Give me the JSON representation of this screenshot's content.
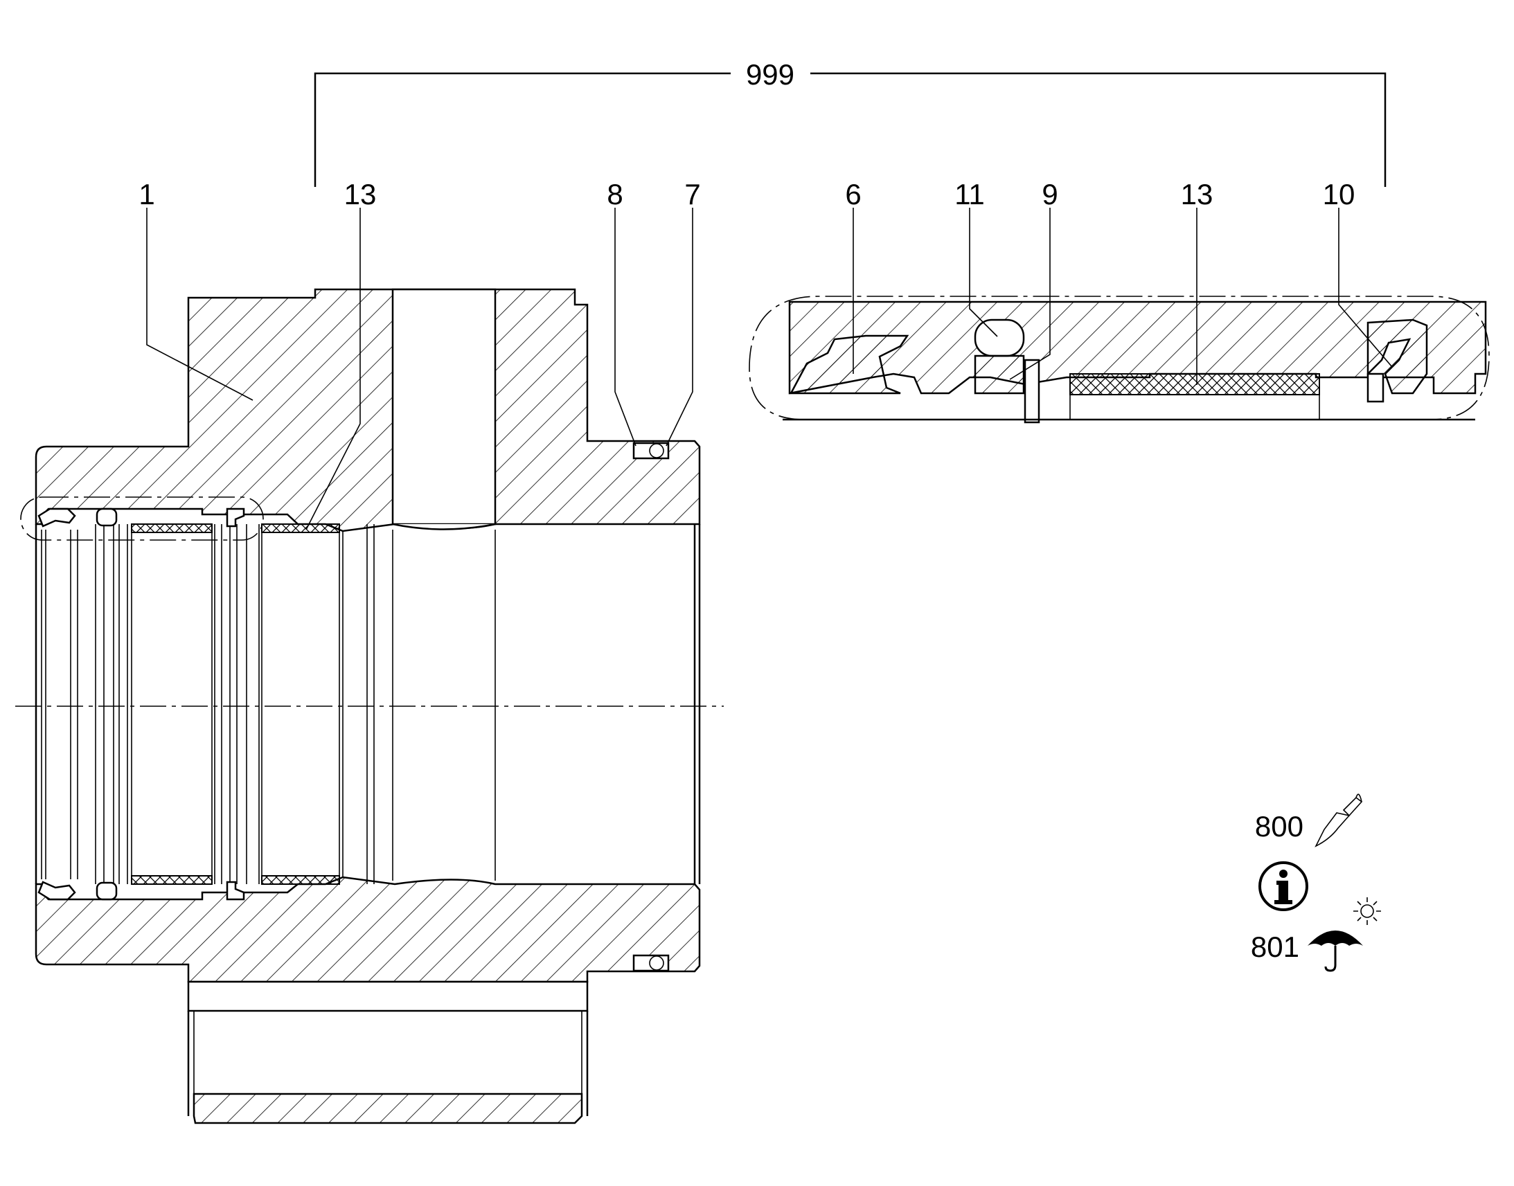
{
  "callouts": {
    "assembly": "999",
    "housing": "1",
    "guide_band_left": "13",
    "backup_ring": "8",
    "o_ring": "7",
    "seal_6": "6",
    "seal_11": "11",
    "seal_9": "9",
    "guide_band_detail": "13",
    "wiper_10": "10"
  },
  "legend": {
    "grease_code": "800",
    "storage_code": "801",
    "icons": [
      "brush-icon",
      "info-icon",
      "umbrella-icon",
      "sun-icon"
    ]
  }
}
